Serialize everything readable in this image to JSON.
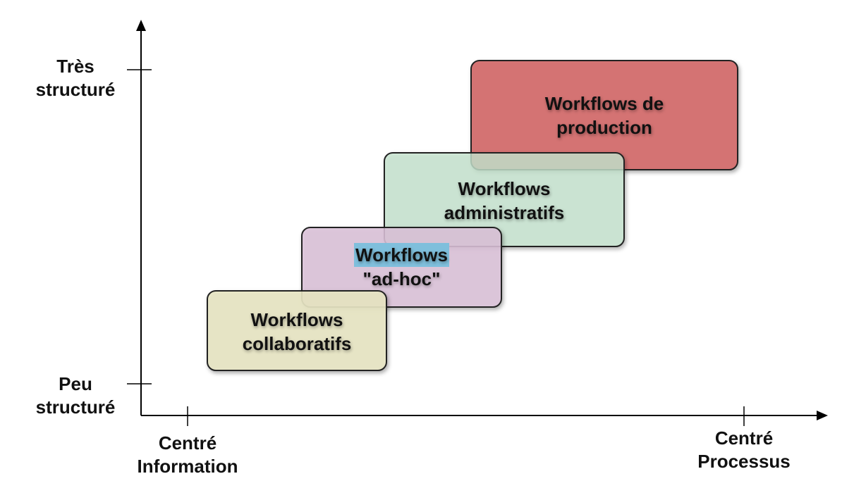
{
  "axes": {
    "y_top_label": "Très\nstructuré",
    "y_bottom_label": "Peu\nstructuré",
    "x_left_label": "Centré\nInformation",
    "x_right_label": "Centré\nProcessus"
  },
  "boxes": {
    "collaboratifs": {
      "line1": "Workflows",
      "line2": "collaboratifs",
      "color": "#e8e6c3"
    },
    "adhoc": {
      "line1": "Workflows",
      "line2": "\"ad-hoc\"",
      "color": "#dcc2d9"
    },
    "administratifs": {
      "line1": "Workflows",
      "line2": "administratifs",
      "color": "#c6e6cf"
    },
    "production": {
      "line1": "Workflows de",
      "line2": "production",
      "color": "#d46f6f"
    }
  },
  "highlight_color": "#7fbfdc"
}
